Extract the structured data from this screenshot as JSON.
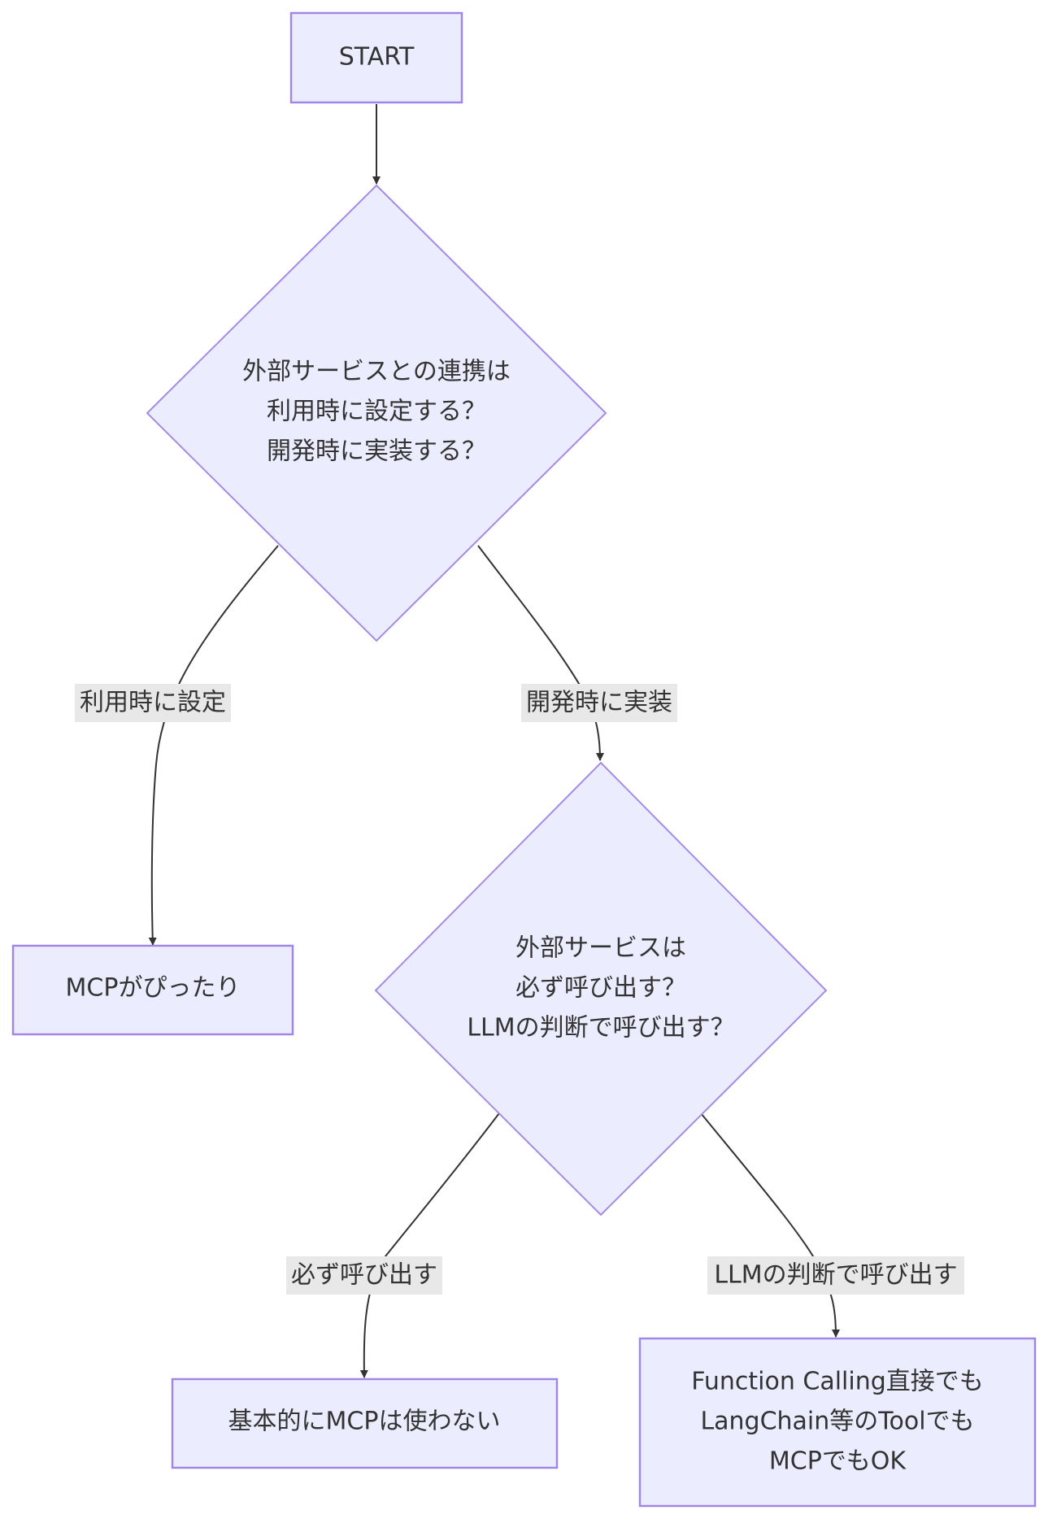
{
  "nodes": {
    "start": {
      "label": "START"
    },
    "decision1": {
      "lines": [
        "外部サービスとの連携は",
        "利用時に設定する？",
        "開発時に実装する？"
      ]
    },
    "mcp_fit": {
      "label": "MCPがぴったり"
    },
    "decision2": {
      "lines": [
        "外部サービスは",
        "必ず呼び出す？",
        "LLMの判断で呼び出す？"
      ]
    },
    "no_mcp": {
      "label": "基本的にMCPは使わない"
    },
    "any_ok": {
      "lines": [
        "Function Calling直接でも",
        "LangChain等のToolでも",
        "MCPでもOK"
      ]
    }
  },
  "edges": {
    "runtime_config": {
      "label": "利用時に設定"
    },
    "dev_impl": {
      "label": "開発時に実装"
    },
    "always_call": {
      "label": "必ず呼び出す"
    },
    "llm_decides": {
      "label": "LLMの判断で呼び出す"
    }
  },
  "colors": {
    "node_fill": "#ececff",
    "node_stroke": "#9f85e8",
    "edge_stroke": "#333333",
    "edge_label_bg": "#e8e8e8",
    "text": "#333333"
  }
}
